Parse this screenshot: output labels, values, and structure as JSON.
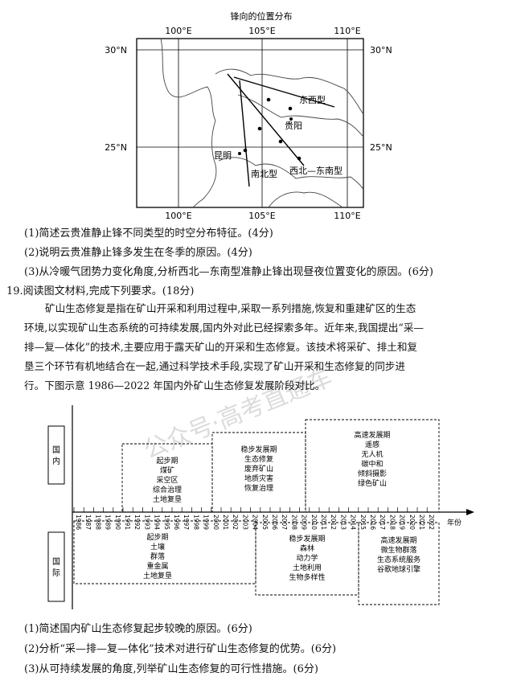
{
  "map": {
    "title": "锋向的位置分布",
    "lon_top": [
      "100°E",
      "105°E",
      "110°E"
    ],
    "lon_bottom": [
      "100°E",
      "105°E",
      "110°E"
    ],
    "lat_left": [
      "30°N",
      "25°N"
    ],
    "lat_right": [
      "30°N",
      "25°N"
    ],
    "labels": {
      "dongxi": "东西型",
      "guiyang": "贵阳",
      "kunming": "昆明",
      "nanbei": "南北型",
      "xibei": "西北—东南型"
    }
  },
  "q18": [
    "(1)简述云贵准静止锋不同类型的时空分布特征。(4分)",
    "(2)说明云贵准静止锋多发生在冬季的原因。(4分)",
    "(3)从冷暖气团势力变化角度,分析西北—东南型准静止锋出现昼夜位置变化的原因。(6分)"
  ],
  "q19": {
    "header": "19.阅读图文材料,完成下列要求。(18分)",
    "lines": [
      "矿山生态修复是指在矿山开采和利用过程中,采取一系列措施,恢复和重建矿区的生态",
      "环境,以实现矿山生态系统的可持续发展,国内外对此已经探索多年。近年来,我国提出“采—",
      "排—复—体化”的技术,主要应用于露天矿山的开采和生态修复。该技术将采矿、排土和复",
      "垦三个环节有机地结合在一起,通过科学技术手段,实现了矿山开采和生态修复的同步进",
      "行。下图示意 1986—2022 年国内外矿山生态修复发展阶段对比。"
    ]
  },
  "timeline": {
    "domestic_label": "国内",
    "intl_label": "国际",
    "year_unit": "年份",
    "years": [
      "1986",
      "1987",
      "1988",
      "1989",
      "1990",
      "1991",
      "1992",
      "1993",
      "1994",
      "1995",
      "1996",
      "1997",
      "1998",
      "1999",
      "2000",
      "2001",
      "2002",
      "2003",
      "2004",
      "2005",
      "2006",
      "2007",
      "2008",
      "2009",
      "2010",
      "2011",
      "2012",
      "2013",
      "2014",
      "2015",
      "2016",
      "2017",
      "2018",
      "2019",
      "2020",
      "2021",
      "2022"
    ],
    "domestic": [
      {
        "title": "起步期",
        "items": [
          "煤矿",
          "采空区",
          "综合治理",
          "土地复垦"
        ]
      },
      {
        "title": "稳步发展期",
        "items": [
          "生态修复",
          "废弃矿山",
          "地质灾害",
          "恢复治理"
        ]
      },
      {
        "title": "高速发展期",
        "items": [
          "遥感",
          "无人机",
          "碳中和",
          "倾斜摄影",
          "绿色矿山"
        ]
      }
    ],
    "international": [
      {
        "title": "起步期",
        "items": [
          "土壤",
          "群落",
          "重金属",
          "土地复垦"
        ]
      },
      {
        "title": "稳步发展期",
        "items": [
          "森林",
          "动力学",
          "土地利用",
          "生物多样性"
        ]
      },
      {
        "title": "高速发展期",
        "items": [
          "微生物群落",
          "生态系统服务",
          "谷歌地球引擎"
        ]
      }
    ]
  },
  "q19_questions": [
    "(1)简述国内矿山生态修复起步较晚的原因。(6分)",
    "(2)分析“采—排—复—体化”技术对进行矿山生态修复的优势。(6分)",
    "(3)从可持续发展的角度,列举矿山生态修复的可行性措施。(6分)"
  ],
  "watermark": "公众号·高考直通车"
}
